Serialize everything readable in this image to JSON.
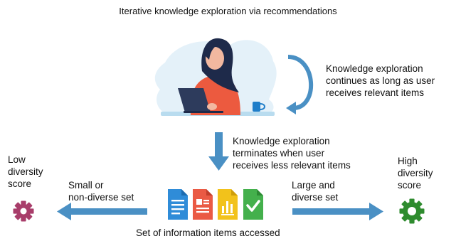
{
  "title": "Iterative knowledge exploration via recommendations",
  "loop_caption": [
    "Knowledge exploration",
    "continues as long as user",
    "receives relevant items"
  ],
  "terminate_caption": [
    "Knowledge exploration",
    "terminates when user",
    "receives less relevant items"
  ],
  "low": {
    "label": [
      "Low",
      "diversity",
      "score"
    ],
    "arrow_caption": [
      "Small or",
      "non-diverse set"
    ],
    "icon": "gear-icon",
    "color": "#a83d6a"
  },
  "high": {
    "label": [
      "High",
      "diversity",
      "score"
    ],
    "arrow_caption": [
      "Large and",
      "diverse set"
    ],
    "icon": "gear-icon",
    "color": "#2e8b2e"
  },
  "items_caption": "Set of information items accessed",
  "items": [
    {
      "icon": "document-icon",
      "color": "#2f8cd8"
    },
    {
      "icon": "layout-document-icon",
      "color": "#ea5a44"
    },
    {
      "icon": "chart-document-icon",
      "color": "#f2c21b"
    },
    {
      "icon": "check-document-icon",
      "color": "#44b04c"
    }
  ],
  "arrow_color": "#4a90c4"
}
